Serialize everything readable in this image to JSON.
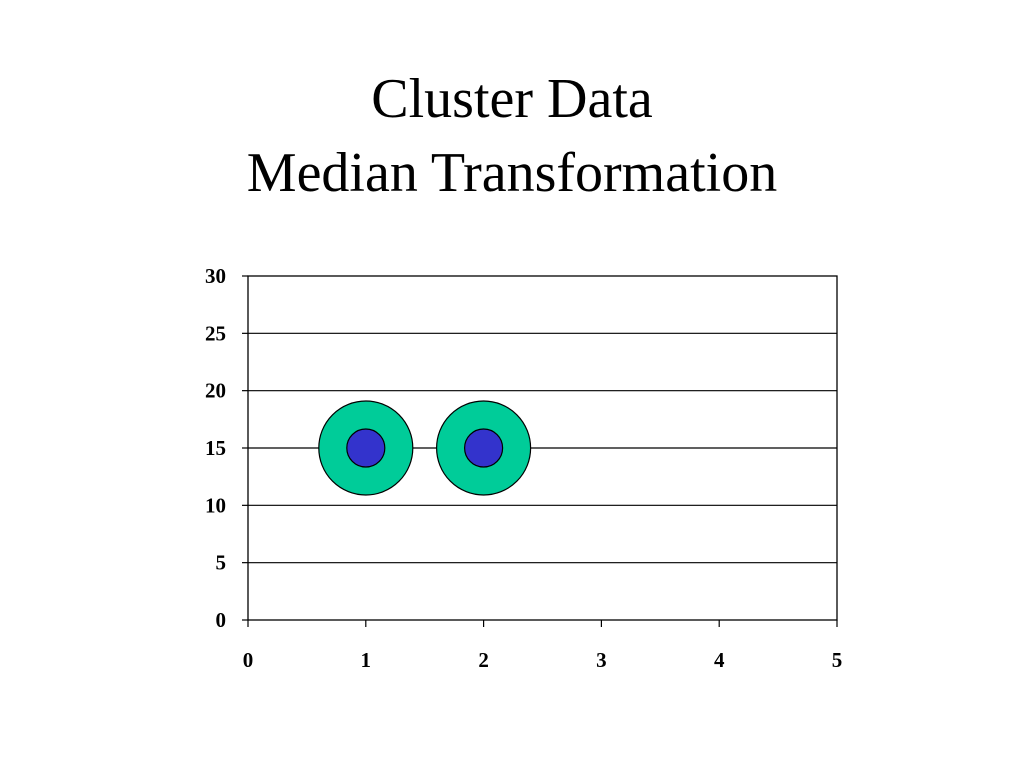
{
  "title": {
    "line1": "Cluster Data",
    "line2": "Median Transformation"
  },
  "chart_data": {
    "type": "scatter",
    "title": "Cluster Data\nMedian Transformation",
    "xlabel": "",
    "ylabel": "",
    "xlim": [
      0,
      5
    ],
    "ylim": [
      0,
      30
    ],
    "x_ticks": [
      0,
      1,
      2,
      3,
      4,
      5
    ],
    "y_ticks": [
      0,
      5,
      10,
      15,
      20,
      25,
      30
    ],
    "grid": "horizontal",
    "legend": "none",
    "series": [
      {
        "points": [
          {
            "x": 1,
            "y": 15
          },
          {
            "x": 2,
            "y": 15
          }
        ],
        "marker": "large-circle",
        "color": "#00CC99"
      },
      {
        "points": [
          {
            "x": 1,
            "y": 15
          },
          {
            "x": 2,
            "y": 15
          }
        ],
        "marker": "small-circle",
        "color": "#3333CC"
      }
    ]
  }
}
